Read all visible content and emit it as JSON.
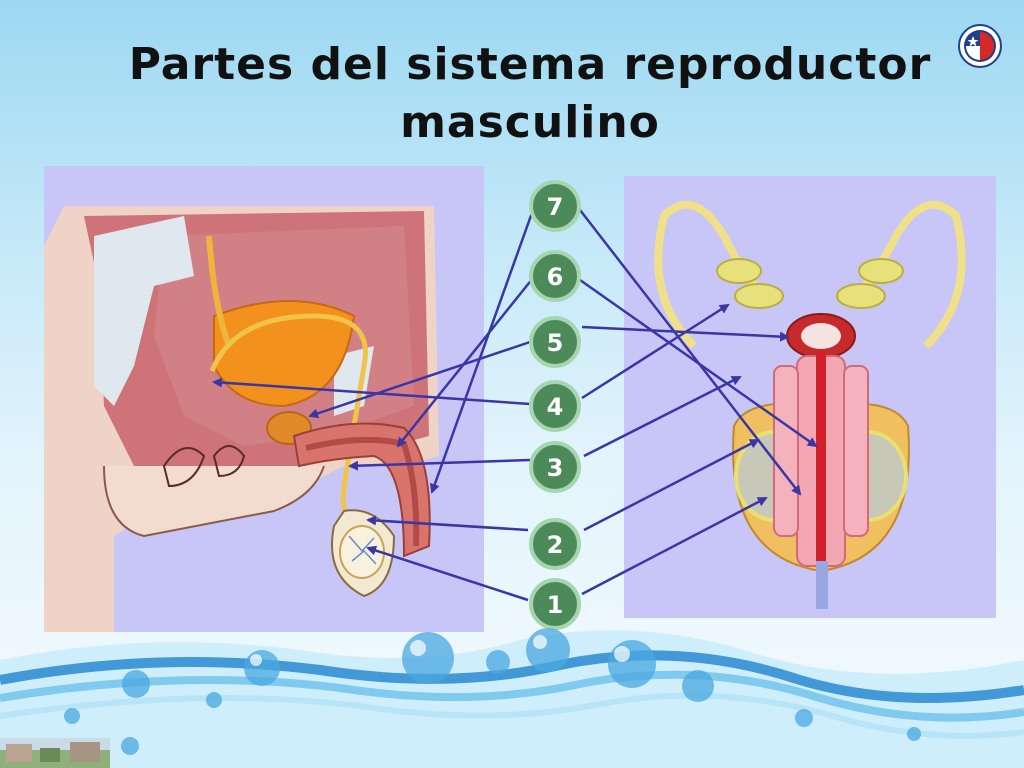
{
  "title": "Partes del sistema reproductor masculino",
  "title_line1": "Partes del sistema reproductor",
  "title_line2": "masculino",
  "colors": {
    "panel": "#c8c6f6",
    "arrow": "#3a36a6",
    "circle_fill": "#4c8a5a",
    "circle_ring": "#8fc8a0"
  },
  "labels": [
    "7",
    "6",
    "5",
    "4",
    "3",
    "2",
    "1"
  ],
  "icons": [
    "logo-badge-icon",
    "water-wave-decoration",
    "campus-photo"
  ]
}
